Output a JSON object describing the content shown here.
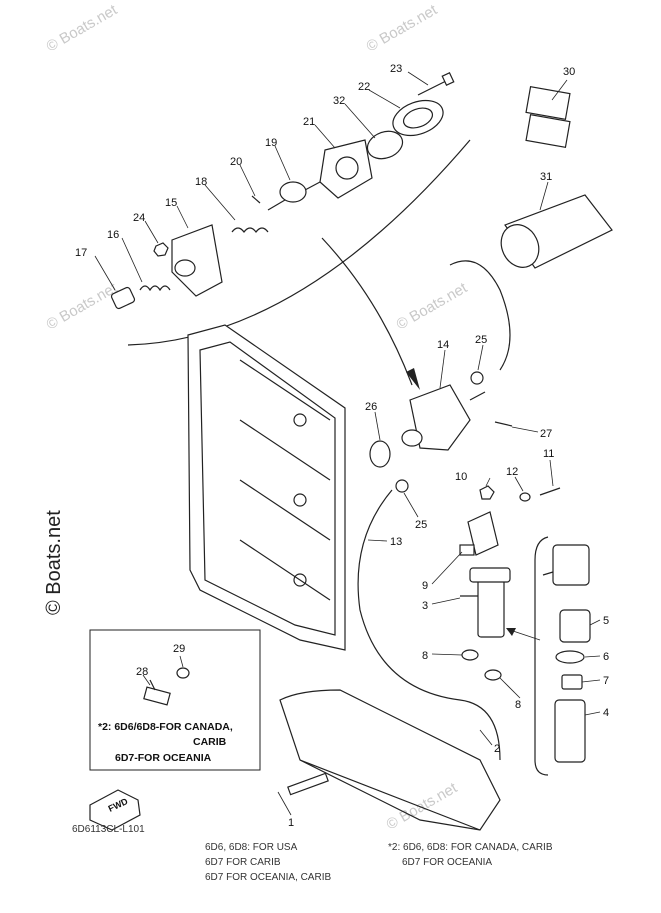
{
  "watermarks": [
    "© Boats.net",
    "© Boats.net",
    "© Boats.net",
    "© Boats.net",
    "© Boats.net"
  ],
  "brand_watermark": "© Boats.net",
  "part_labels": {
    "p1": "1",
    "p2": "2",
    "p3": "3",
    "p4": "4",
    "p5": "5",
    "p6": "6",
    "p7": "7",
    "p8a": "8",
    "p8b": "8",
    "p9": "9",
    "p10": "10",
    "p11": "11",
    "p12": "12",
    "p13": "13",
    "p14": "14",
    "p15": "15",
    "p16": "16",
    "p17": "17",
    "p18": "18",
    "p19": "19",
    "p20": "20",
    "p21": "21",
    "p22": "22",
    "p23": "23",
    "p24": "24",
    "p25a": "25",
    "p25b": "25",
    "p26": "26",
    "p27": "27",
    "p28": "28",
    "p29": "29",
    "p30": "30",
    "p31": "31",
    "p32": "32"
  },
  "inset_note": {
    "line1": "*2: 6D6/6D8-FOR CANADA,",
    "line2": "CARIB",
    "line3": "6D7-FOR OCEANIA"
  },
  "fwd_label": "FWD",
  "diagram_code": "6D6113CL-L101",
  "footnotes": {
    "left1": "6D6, 6D8: FOR USA",
    "left2": "6D7 FOR CARIB",
    "left3": "6D7 FOR OCEANIA, CARIB",
    "right1": "*2: 6D6, 6D8: FOR CANADA, CARIB",
    "right2": "6D7 FOR OCEANIA"
  }
}
